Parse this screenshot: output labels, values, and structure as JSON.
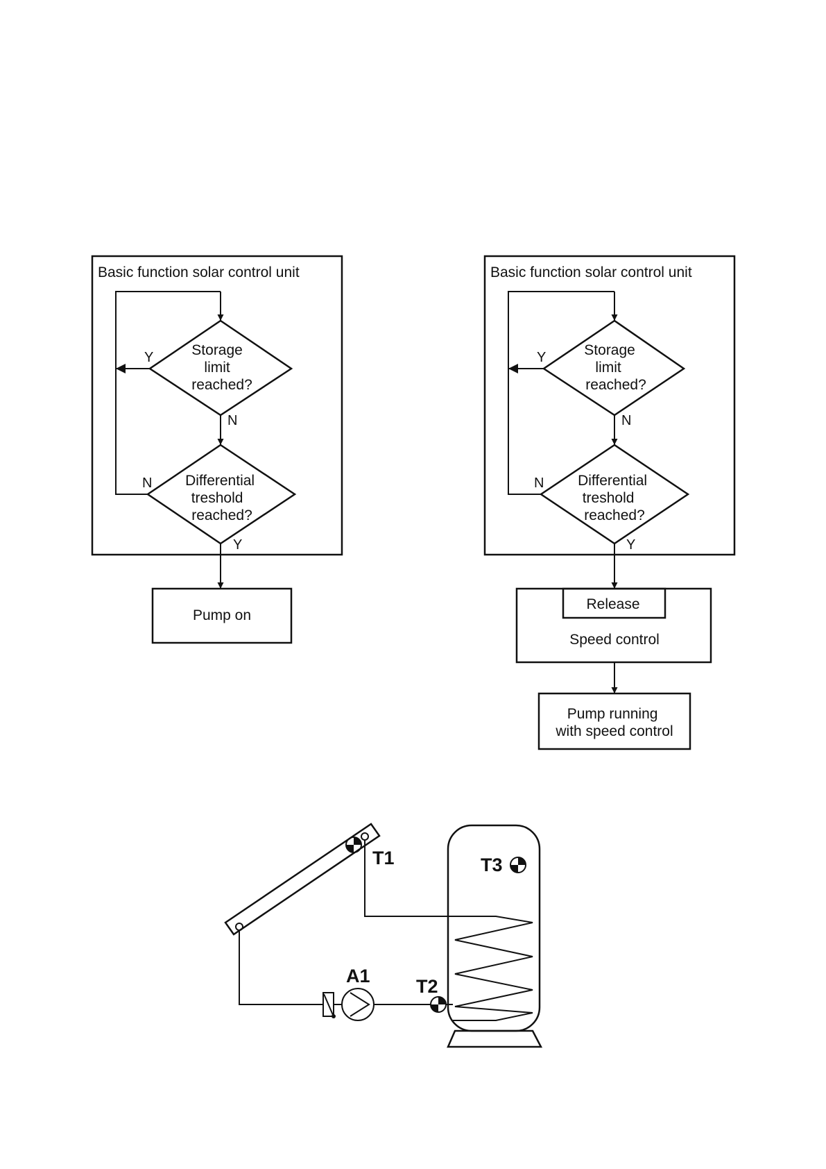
{
  "left_flow": {
    "title": "Basic function solar control unit",
    "storage_q": [
      "Storage",
      "limit",
      "reached?"
    ],
    "diff_q": [
      "Differential",
      "treshold",
      "reached?"
    ],
    "yes": "Y",
    "no": "N",
    "pump": "Pump on"
  },
  "right_flow": {
    "title": "Basic function solar control unit",
    "storage_q": [
      "Storage",
      "limit",
      "reached?"
    ],
    "diff_q": [
      "Differential",
      "treshold",
      "reached?"
    ],
    "yes": "Y",
    "no": "N",
    "release": "Release",
    "speed": "Speed control",
    "pump": [
      "Pump running",
      "with speed control"
    ]
  },
  "schematic": {
    "collector_sensor": "T1",
    "return_sensor": "T2",
    "tank_sensor": "T3",
    "pump": "A1"
  }
}
